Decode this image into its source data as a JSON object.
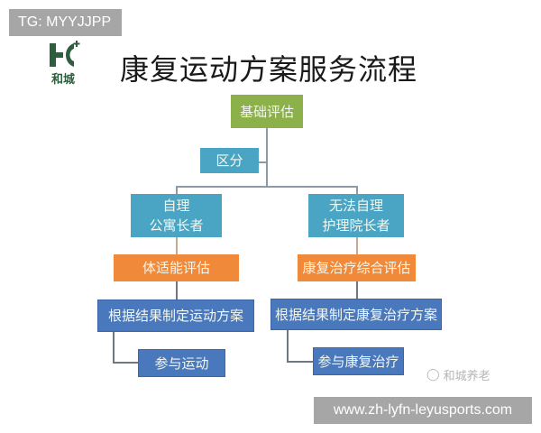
{
  "watermark_top": {
    "text": "TG: MYYJJPP"
  },
  "logo": {
    "name": "和城",
    "color": "#2d5e3e"
  },
  "header": {
    "title": "康复运动方案服务流程"
  },
  "flow": {
    "root": {
      "label": "基础评估",
      "color": "#8cb04a"
    },
    "classify": {
      "label": "区分",
      "color": "#4aa5c4"
    },
    "left": {
      "group": {
        "line1": "自理",
        "line2": "公寓长者",
        "color": "#4aa5c4"
      },
      "assessment": {
        "label": "体适能评估",
        "color": "#f08a3a"
      },
      "plan": {
        "label": "根据结果制定运动方案",
        "color": "#4a78bd"
      },
      "action": {
        "label": "参与运动",
        "color": "#4a78bd"
      }
    },
    "right": {
      "group": {
        "line1": "无法自理",
        "line2": "护理院长者",
        "color": "#4aa5c4"
      },
      "assessment": {
        "label": "康复治疗综合评估",
        "color": "#f08a3a"
      },
      "plan": {
        "label": "根据结果制定康复治疗方案",
        "color": "#4a78bd"
      },
      "action": {
        "label": "参与康复治疗",
        "color": "#4a78bd"
      }
    }
  },
  "source_mark": {
    "text": "和城养老"
  },
  "watermark_bottom": {
    "text": "www.zh-lyfn-leyusports.com"
  }
}
